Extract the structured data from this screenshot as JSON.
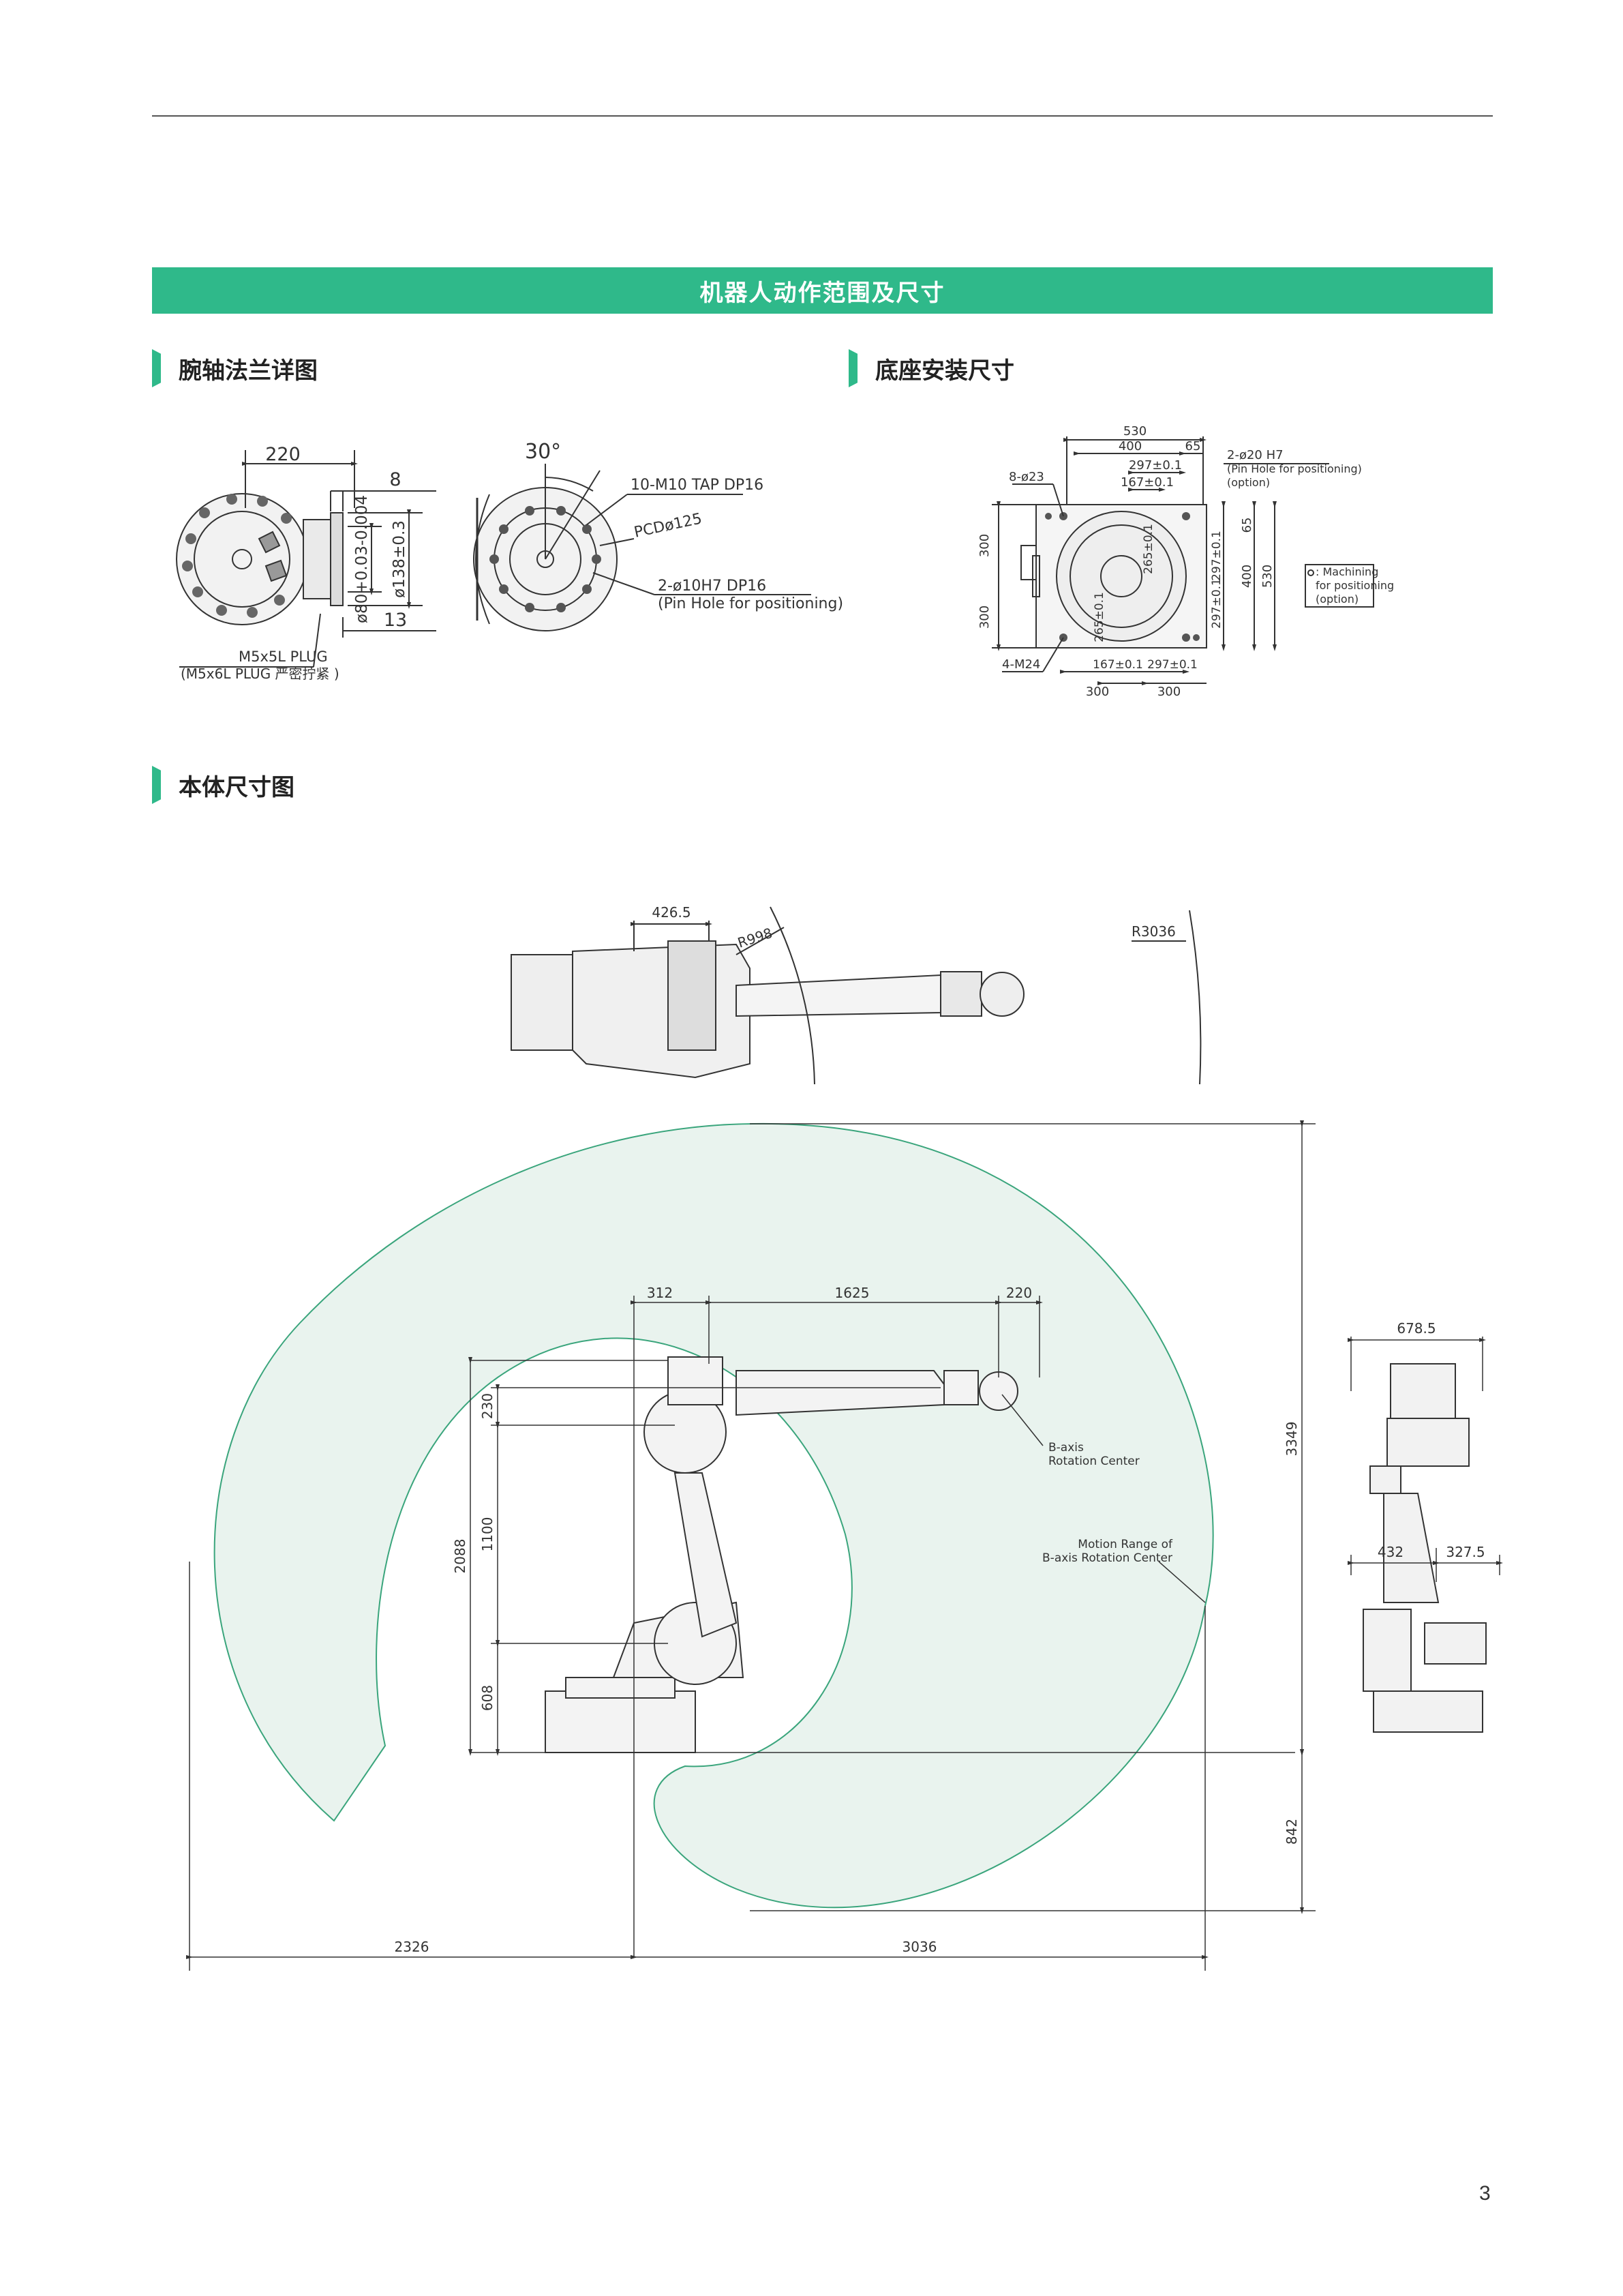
{
  "banner": {
    "title": "机器人动作范围及尺寸"
  },
  "sections": {
    "flange": "腕轴法兰详图",
    "base": "底座安装尺寸",
    "body": "本体尺寸图"
  },
  "flange": {
    "d220": "220",
    "d8": "8",
    "d13": "13",
    "phi80": "ø80+0.03-0.004",
    "phi138": "ø138±0.3",
    "plug1": "M5x5L PLUG",
    "plug2": "(M5x6L PLUG 严密拧紧 )",
    "angle": "30°",
    "tap": "10-M10 TAP DP16",
    "pcd": "PCDø125",
    "pin1": "2-ø10H7 DP16",
    "pin2": "(Pin Hole for positioning)"
  },
  "base": {
    "d530": "530",
    "d400": "400",
    "d65": "65",
    "d297a": "297±0.1",
    "d167a": "167±0.1",
    "holes": "8-ø23",
    "pin1": "2-ø20 H7",
    "pin2": "(Pin Hole for positioning)",
    "pin3": "(option)",
    "v300a": "300",
    "v300b": "300",
    "r265a": "265±0.1",
    "r265b": "265±0.1",
    "v297a": "297±0.1",
    "v297b": "297±0.1",
    "v65": "65",
    "v400": "400",
    "v530": "530",
    "mach1": ": Machining",
    "mach2": "for positioning",
    "mach3": "(option)",
    "m24": "4-M24",
    "b167": "167±0.1",
    "b297": "297±0.1",
    "b300a": "300",
    "b300b": "300"
  },
  "body": {
    "d4265": "426.5",
    "r998": "R998",
    "r3036": "R3036",
    "d312": "312",
    "d1625": "1625",
    "d220": "220",
    "baxis1": "B-axis",
    "baxis2": "Rotation Center",
    "motion1": "Motion Range of",
    "motion2": "B-axis Rotation Center",
    "v230": "230",
    "v2088": "2088",
    "v1100": "1100",
    "v608": "608",
    "v3349": "3349",
    "v842": "842",
    "h2326": "2326",
    "h3036": "3036",
    "s6785": "678.5",
    "s432": "432",
    "s3275": "327.5"
  },
  "colors": {
    "accent": "#2fb98a",
    "range_fill": "#e9f3ee",
    "range_stroke": "#3aa57c"
  },
  "page_number": "3"
}
